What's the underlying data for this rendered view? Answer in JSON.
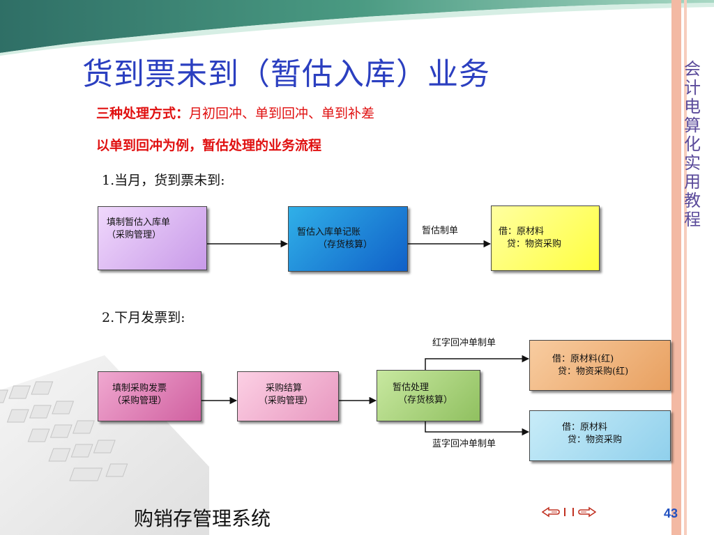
{
  "title": "货到票未到（暂估入库）业务",
  "methods_label": "三种处理方式：",
  "methods_text": "月初回冲、单到回冲、单到补差",
  "example_line": "以单到回冲为例，暂估处理的业务流程",
  "section1": "1.当月，货到票未到:",
  "section2": "2.下月发票到:",
  "side_title": [
    "会",
    "计",
    "电",
    "算",
    "化",
    "实",
    "用",
    "教",
    "程"
  ],
  "flow1": {
    "box1": [
      "填制暂估入库单",
      "（采购管理）"
    ],
    "box2": [
      "暂估入库单记账",
      "（存货核算）"
    ],
    "box3": [
      "借：原材料",
      "贷：物资采购"
    ],
    "arrow_label": "暂估制单"
  },
  "flow2": {
    "box1": [
      "填制采购发票",
      "（采购管理）"
    ],
    "box2": [
      "采购结算",
      "（采购管理）"
    ],
    "box3": [
      "暂估处理",
      "（存货核算）"
    ],
    "box_red": [
      "借：原材料(红)",
      "贷：物资采购(红)"
    ],
    "box_blue": [
      "借：原材料",
      "贷：物资采购"
    ],
    "red_label": "红字回冲单制单",
    "blue_label": "蓝字回冲单制单"
  },
  "footer": "购销存管理系统",
  "page_number": "43",
  "colors": {
    "title": "#2b3fc0",
    "banner": "#3f8a78",
    "accent_red": "#e01010",
    "box_purple": "#e0b8f4",
    "box_blue": "#1a6fd0",
    "box_yellow": "#ffff66",
    "box_magenta": "#e080b8",
    "box_pink": "#f3b4d4",
    "box_green": "#a8d070",
    "box_orange": "#f0b078",
    "box_lightblue": "#a8d8f0"
  },
  "icons": [
    "banner-wave",
    "keyboard-image",
    "prev-hand-icon",
    "next-hand-icon"
  ]
}
